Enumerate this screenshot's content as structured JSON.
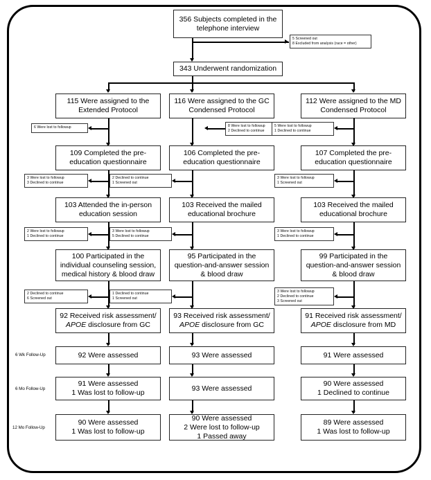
{
  "diagram": {
    "title": "APOE disclosure randomized trial participant flow",
    "type": "consort-flow-diagram"
  },
  "top": {
    "enrollment": "356  Subjects completed in the\ntelephone interview",
    "enrollment_line1": "356  Subjects completed in the",
    "enrollment_line2": "telephone interview",
    "exclusion_line1": "5 Screened out",
    "exclusion_line2": "8 Excluded from analysis (race = other)",
    "randomization": "343  Underwent randomization"
  },
  "arms": [
    {
      "id": "extended",
      "assignment_line1": "115  Were assigned to the",
      "assignment_line2": "Extended Protocol",
      "loss1": [
        "6 Were lost to followup"
      ],
      "stage_questionnaire_line1": "109  Completed the pre-",
      "stage_questionnaire_line2": "education questionnaire",
      "loss2": [
        "3 Were lost to followup",
        "3 Declined to continue"
      ],
      "stage_education_line1": "103  Attended the in-person",
      "stage_education_line2": "education session",
      "loss3": [
        "2 Were lost to followup",
        "1 Declined to continue"
      ],
      "stage_participation_line1": "100  Participated in the",
      "stage_participation_line2": "individual counseling session,",
      "stage_participation_line3": "medical history & blood draw",
      "loss4": [
        "2 Declined to continue",
        "6 Screened out"
      ],
      "stage_disclosure_line1": "92  Received risk assessment/",
      "stage_disclosure_line2_italic": "APOE",
      "stage_disclosure_line2_rest": " disclosure from GC",
      "fu_6wk": [
        "92  Were assessed"
      ],
      "fu_6mo": [
        "91  Were assessed",
        "1  Was lost to follow-up"
      ],
      "fu_12mo": [
        "90  Were assessed",
        "1  Was lost to follow-up"
      ]
    },
    {
      "id": "gc-condensed",
      "assignment_line1": "116  Were assigned to the GC",
      "assignment_line2": "Condensed Protocol",
      "loss1": [
        "8 Were lost to followup",
        "2 Declined to continue"
      ],
      "stage_questionnaire_line1": "106  Completed the pre-",
      "stage_questionnaire_line2": "education questionnaire",
      "loss2": [
        "2 Declined to continue",
        "1 Screened out"
      ],
      "stage_education_line1": "103  Received the mailed",
      "stage_education_line2": "educational brochure",
      "loss3": [
        "3 Were lost to followup",
        "5 Declined to continue"
      ],
      "stage_participation_line1": "95  Participated in the",
      "stage_participation_line2": "question-and-answer session",
      "stage_participation_line3": "& blood draw",
      "loss4": [
        "1 Declined to continue",
        "1 Screened out"
      ],
      "stage_disclosure_line1": "93  Received risk assessment/",
      "stage_disclosure_line2_italic": "APOE",
      "stage_disclosure_line2_rest": " disclosure from GC",
      "fu_6wk": [
        "93  Were assessed"
      ],
      "fu_6mo": [
        "93  Were assessed"
      ],
      "fu_12mo": [
        "90  Were assessed",
        "2  Were lost to follow-up",
        "1  Passed away"
      ]
    },
    {
      "id": "md-condensed",
      "assignment_line1": "112  Were assigned to the MD",
      "assignment_line2": "Condensed Protocol",
      "loss1": [
        "5 Were lost to followup",
        "1 Declined to continue"
      ],
      "stage_questionnaire_line1": "107  Completed the pre-",
      "stage_questionnaire_line2": "education questionnaire",
      "loss2": [
        "3 Were lost to followup",
        "1 Screened out"
      ],
      "stage_education_line1": "103  Received the mailed",
      "stage_education_line2": "educational brochure",
      "loss3": [
        "3 Were lost to followup",
        "1 Declined to continue"
      ],
      "stage_participation_line1": "99  Participated in the",
      "stage_participation_line2": "question-and-answer session",
      "stage_participation_line3": "& blood draw",
      "loss4": [
        "3 Were lost to followup",
        "2 Declined to continue",
        "3 Screened out"
      ],
      "stage_disclosure_line1": "91  Received risk assessment/",
      "stage_disclosure_line2_italic": "APOE",
      "stage_disclosure_line2_rest": " disclosure from MD",
      "fu_6wk": [
        "91  Were assessed"
      ],
      "fu_6mo": [
        "90  Were assessed",
        "1  Declined to continue"
      ],
      "fu_12mo": [
        "89  Were assessed",
        "1  Was lost to follow-up"
      ]
    }
  ],
  "stage_labels": {
    "six_week": "6 Wk Follow-Up",
    "six_month": "6 Mo Follow-Up",
    "twelve_month": "12 Mo Follow-Up"
  },
  "colors": {
    "frame": "#000000",
    "box_border": "#222222",
    "background": "#ffffff",
    "text": "#000000"
  }
}
